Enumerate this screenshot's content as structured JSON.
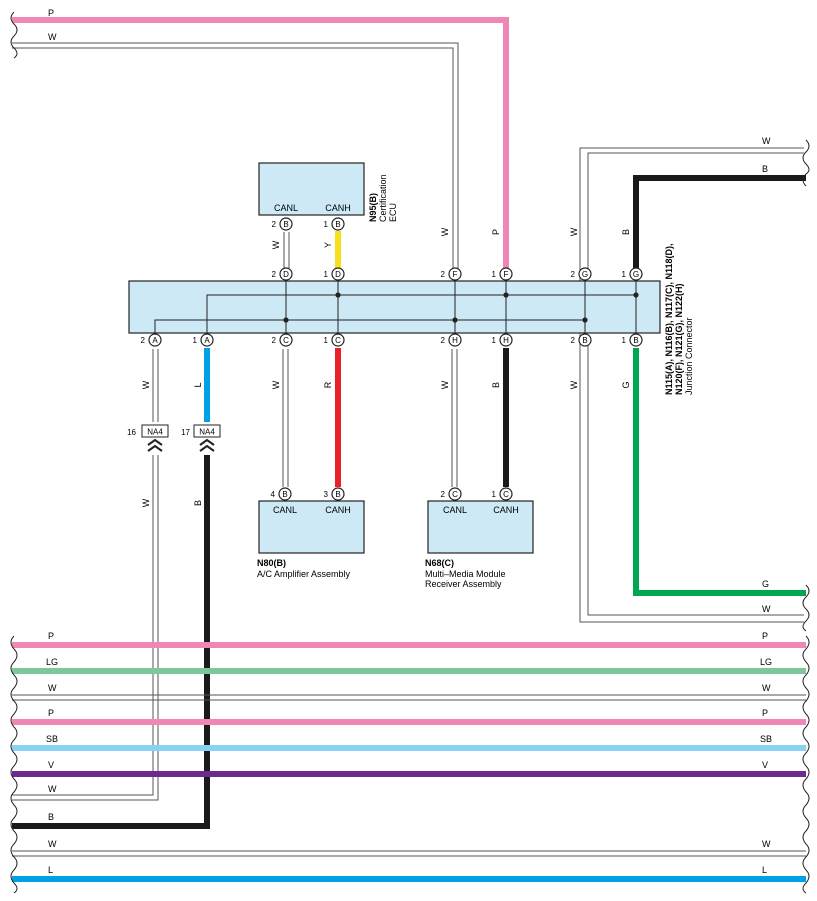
{
  "colors": {
    "P": "#ef86b5",
    "W": "#ffffff",
    "B": "#1a1a1a",
    "Y": "#f7e11a",
    "R": "#e8202a",
    "L": "#00a1e4",
    "G": "#00a651",
    "LG": "#7fc79a",
    "SB": "#89d2f1",
    "V": "#6d2b8f",
    "box_fill": "#cde9f6",
    "outline": "#222222"
  },
  "top_wires": {
    "p": "P",
    "w": "W"
  },
  "right_wires": {
    "w_top": "W",
    "b": "B",
    "g": "G",
    "w_bottom": "W"
  },
  "bottom_bus": [
    {
      "left": "P",
      "right": "P"
    },
    {
      "left": "LG",
      "right": "LG"
    },
    {
      "left": "W",
      "right": "W"
    },
    {
      "left": "P",
      "right": "P"
    },
    {
      "left": "SB",
      "right": "SB"
    },
    {
      "left": "V",
      "right": "V"
    },
    {
      "left": "W",
      "right": ""
    },
    {
      "left": "B",
      "right": ""
    },
    {
      "left": "W",
      "right": "W"
    },
    {
      "left": "L",
      "right": "L"
    }
  ],
  "vertical_wires": {
    "ecu_w": "W",
    "ecu_y": "Y",
    "top_w": "W",
    "top_p": "P",
    "right_w": "W",
    "right_b": "B",
    "bot_w1": "W",
    "bot_l": "L",
    "bot_w2": "W",
    "bot_r": "R",
    "bot_w3": "W",
    "bot_b": "B",
    "bot_w4": "W",
    "bot_g": "G",
    "low_w": "W",
    "low_b": "B"
  },
  "ecu": {
    "canl": "CANL",
    "canh": "CANH",
    "pin_l_num": "2",
    "pin_l": "B",
    "pin_h_num": "1",
    "pin_h": "B",
    "code": "N95(B)",
    "name1": "Certification",
    "name2": "ECU"
  },
  "junction": {
    "top_pins": [
      {
        "num": "2",
        "letter": "D"
      },
      {
        "num": "1",
        "letter": "D"
      },
      {
        "num": "2",
        "letter": "F"
      },
      {
        "num": "1",
        "letter": "F"
      },
      {
        "num": "2",
        "letter": "G"
      },
      {
        "num": "1",
        "letter": "G"
      }
    ],
    "bottom_pins": [
      {
        "num": "2",
        "letter": "A"
      },
      {
        "num": "1",
        "letter": "A"
      },
      {
        "num": "2",
        "letter": "C"
      },
      {
        "num": "1",
        "letter": "C"
      },
      {
        "num": "2",
        "letter": "H"
      },
      {
        "num": "1",
        "letter": "H"
      },
      {
        "num": "2",
        "letter": "B"
      },
      {
        "num": "1",
        "letter": "B"
      }
    ],
    "code1": "N115(A), N116(B), N117(C), N118(D),",
    "code2": "N120(F), N121(G), N122(H)",
    "name": "Junction Connector"
  },
  "na4": [
    {
      "num": "16",
      "label": "NA4"
    },
    {
      "num": "17",
      "label": "NA4"
    }
  ],
  "amp": {
    "canl": "CANL",
    "canh": "CANH",
    "pin_l_num": "4",
    "pin_l": "B",
    "pin_h_num": "3",
    "pin_h": "B",
    "code": "N80(B)",
    "name": "A/C Amplifier Assembly"
  },
  "mm": {
    "canl": "CANL",
    "canh": "CANH",
    "pin_l_num": "2",
    "pin_l": "C",
    "pin_h_num": "1",
    "pin_h": "C",
    "code": "N68(C)",
    "name1": "Multi–Media Module",
    "name2": "Receiver Assembly"
  }
}
